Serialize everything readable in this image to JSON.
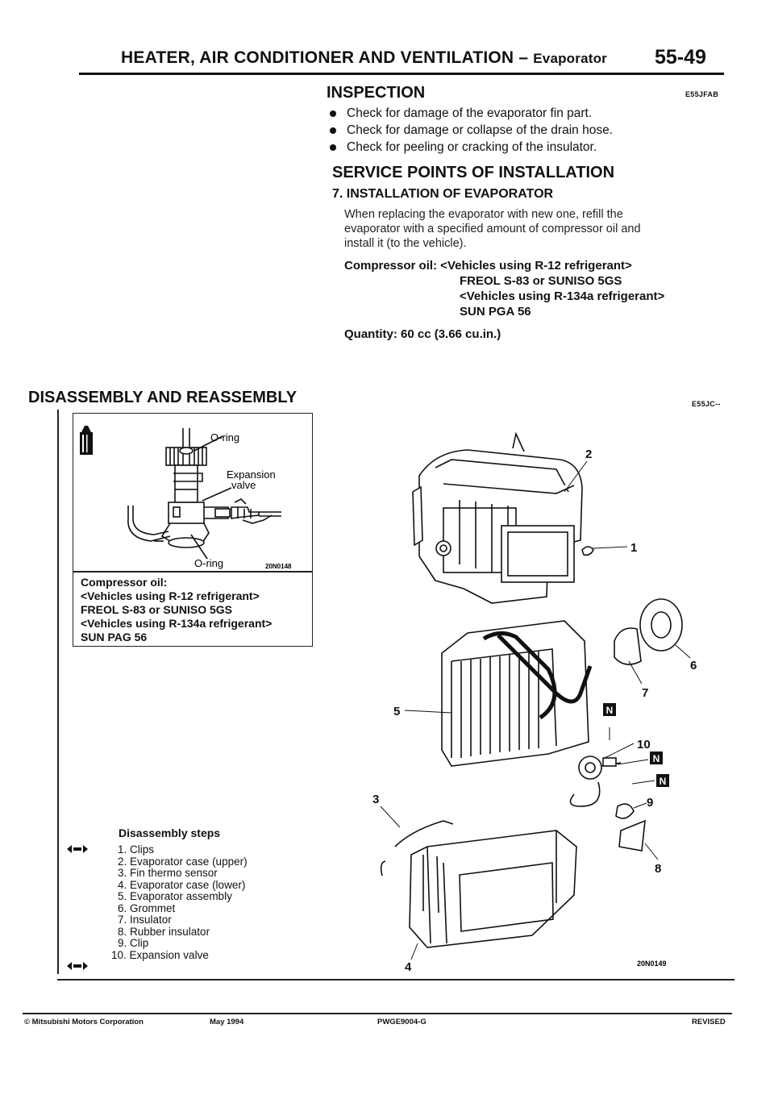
{
  "header": {
    "title": "HEATER, AIR CONDITIONER AND VENTILATION – ",
    "subtitle": "Evaporator",
    "page_number": "55-49"
  },
  "inspection": {
    "heading": "INSPECTION",
    "code": "E55JFAB",
    "items": [
      "Check for damage of the evaporator fin part.",
      "Check for damage or collapse of the drain hose.",
      "Check for peeling or cracking of the insulator."
    ]
  },
  "service": {
    "heading": "SERVICE POINTS OF INSTALLATION",
    "step_heading": "7. INSTALLATION OF EVAPORATOR",
    "body_lines": [
      "When replacing the evaporator with new one, refill the",
      "evaporator with a specified amount of compressor oil and",
      "install it (to the vehicle)."
    ],
    "oil_label": "Compressor oil: <Vehicles using R-12 refrigerant>",
    "oil_lines": [
      "FREOL S-83 or SUNISO 5GS",
      "<Vehicles using R-134a refrigerant>",
      "SUN PGA 56"
    ],
    "quantity": "Quantity: 60 cc (3.66 cu.in.)"
  },
  "disassembly": {
    "heading": "DISASSEMBLY AND REASSEMBLY",
    "code": "E55JC--"
  },
  "inset": {
    "label_oring_top": "O-ring",
    "label_expansion": "Expansion",
    "label_valve": "valve",
    "label_oring_bottom": "O-ring",
    "fig_code": "20N0148",
    "caption_lines": [
      "Compressor oil:",
      "<Vehicles using R-12 refrigerant>",
      "FREOL S-83 or SUNISO 5GS",
      "<Vehicles using R-134a refrigerant>",
      "SUN PAG 56"
    ]
  },
  "steps": {
    "title": "Disassembly steps",
    "items": [
      "1. Clips",
      "2. Evaporator case (upper)",
      "3. Fin thermo sensor",
      "4. Evaporator case (lower)",
      "5. Evaporator assembly",
      "6. Grommet",
      "7. Insulator",
      "8. Rubber insulator",
      "9. Clip",
      "10. Expansion valve"
    ]
  },
  "diagram": {
    "callouts": [
      "1",
      "2",
      "3",
      "4",
      "5",
      "6",
      "7",
      "8",
      "9",
      "10"
    ],
    "marker": "N",
    "fig_code": "20N0149"
  },
  "footer": {
    "copyright": "© Mitsubishi Motors Corporation",
    "date": "May 1994",
    "doc_code": "PWGE9004-G",
    "status": "REVISED"
  }
}
